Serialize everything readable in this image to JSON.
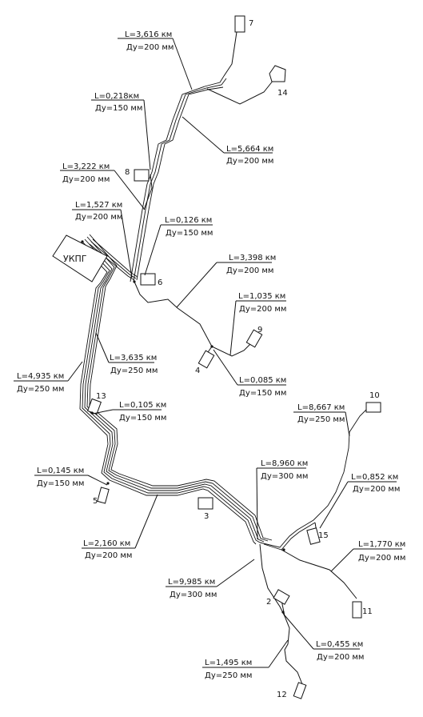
{
  "plant": {
    "label": "УКПГ"
  },
  "wells": [
    "7",
    "14",
    "8",
    "6",
    "9",
    "4",
    "13",
    "10",
    "5",
    "3",
    "15",
    "2",
    "11",
    "12"
  ],
  "segments": [
    {
      "len": "L=3,616 км",
      "dia": "Ду=200 мм"
    },
    {
      "len": "L=0,218км",
      "dia": "Ду=150 мм"
    },
    {
      "len": "L=5,664 км",
      "dia": "Ду=200 мм"
    },
    {
      "len": "L=3,222 км",
      "dia": "Ду=200 мм"
    },
    {
      "len": "L=1,527 км",
      "dia": "Ду=200 мм"
    },
    {
      "len": "L=0,126 км",
      "dia": "Ду=150 мм"
    },
    {
      "len": "L=3,398 км",
      "dia": "Ду=200 мм"
    },
    {
      "len": "L=1,035 км",
      "dia": "Ду=200 мм"
    },
    {
      "len": "L=3,635 км",
      "dia": "Ду=250 мм"
    },
    {
      "len": "L=4,935 км",
      "dia": "Ду=250 мм"
    },
    {
      "len": "L=0,085 км",
      "dia": "Ду=150 мм"
    },
    {
      "len": "L=0,105 км",
      "dia": "Ду=150 мм"
    },
    {
      "len": "L=8,667 км",
      "dia": "Ду=250 мм"
    },
    {
      "len": "L=8,960 км",
      "dia": "Ду=300 мм"
    },
    {
      "len": "L=0,145 км",
      "dia": "Ду=150 мм"
    },
    {
      "len": "L=0,852 км",
      "dia": "Ду=200 мм"
    },
    {
      "len": "L=2,160 км",
      "dia": "Ду=200 мм"
    },
    {
      "len": "L=1,770 км",
      "dia": "Ду=200 мм"
    },
    {
      "len": "L=9,985 км",
      "dia": "Ду=300 мм"
    },
    {
      "len": "L=0,455 км",
      "dia": "Ду=200 мм"
    },
    {
      "len": "L=1,495 км",
      "dia": "Ду=250 мм"
    }
  ]
}
